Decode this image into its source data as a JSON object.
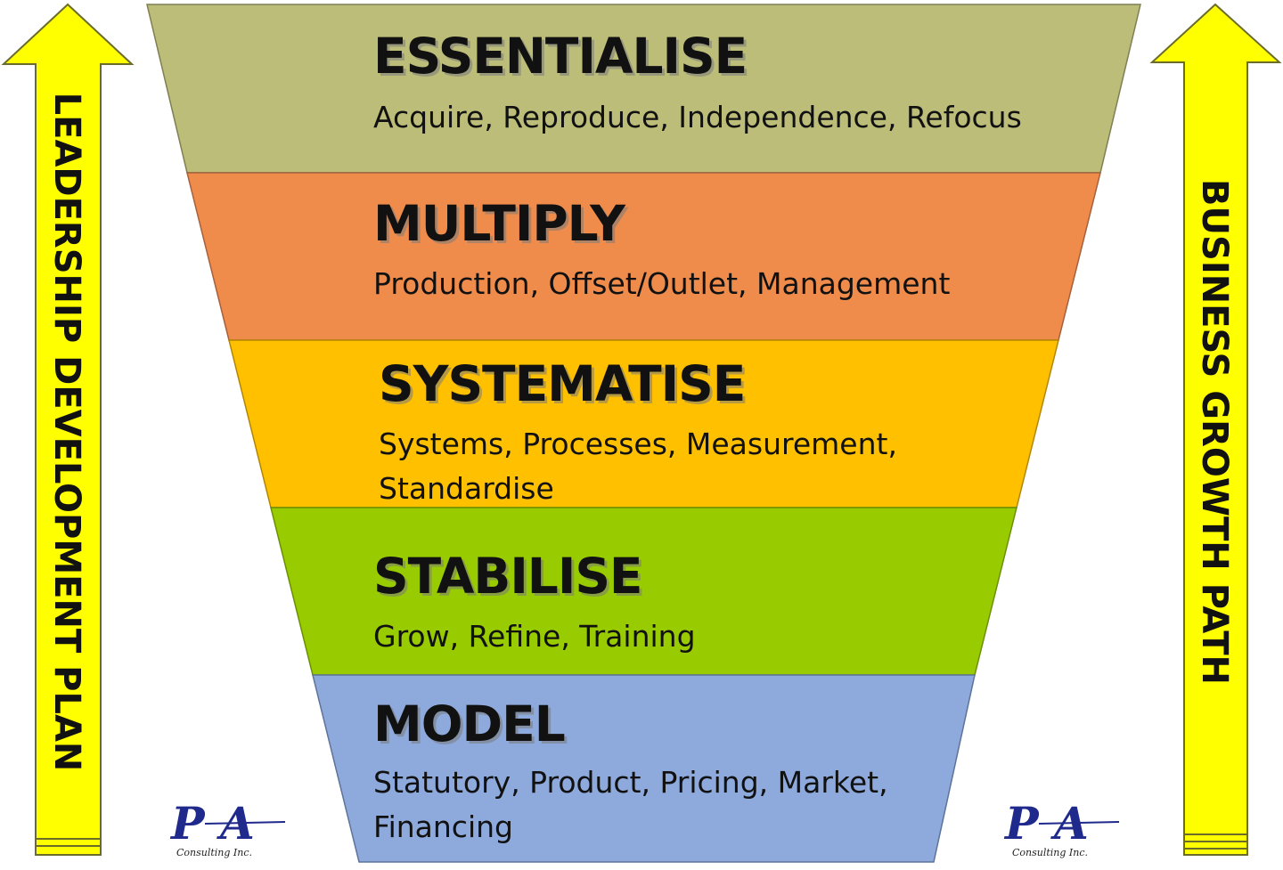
{
  "layers": [
    {
      "title": "ESSENTIALISE",
      "lines": [
        "Acquire, Reproduce, Independence, Refocus"
      ],
      "color": "#BDBD7A"
    },
    {
      "title": "MULTIPLY",
      "lines": [
        "Production, Offset/Outlet, Management"
      ],
      "color": "#EF8C4C"
    },
    {
      "title": "SYSTEMATISE",
      "lines": [
        "Systems, Processes, Measurement,",
        "Standardise"
      ],
      "color": "#FFC000"
    },
    {
      "title": "STABILISE",
      "lines": [
        "Grow, Refine, Training"
      ],
      "color": "#99CC00"
    },
    {
      "title": "MODEL",
      "lines": [
        "Statutory, Product, Pricing, Market,",
        "Financing"
      ],
      "color": "#8EA9DB"
    }
  ],
  "left_arrow": {
    "label": "LEADERSHIP DEVELOPMENT PLAN",
    "color": "#FFFF00"
  },
  "right_arrow": {
    "label": "BUSINESS GROWTH PATH",
    "color": "#FFFF00"
  },
  "logo": {
    "mark": "P A",
    "subtitle": "Consulting Inc."
  }
}
